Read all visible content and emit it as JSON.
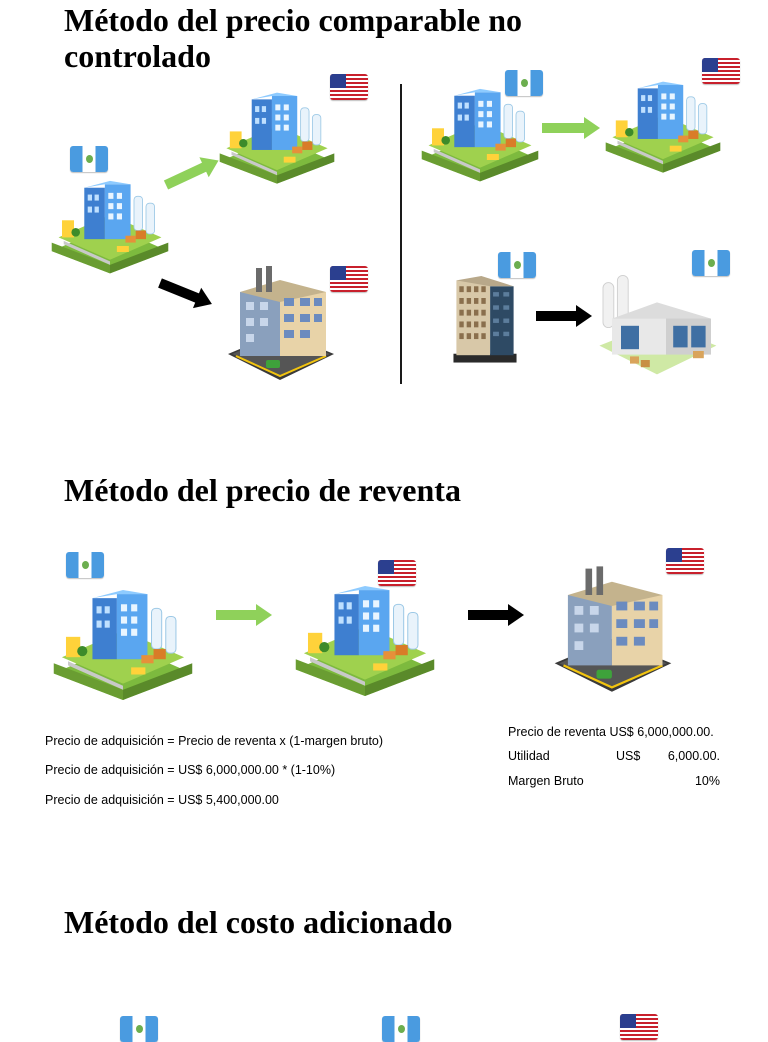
{
  "sections": {
    "comparable": {
      "title": "Método del precio comparable no controlado"
    },
    "resale": {
      "title": "Método del precio de reventa",
      "formulas": [
        "Precio de adquisición = Precio de reventa x (1-margen bruto)",
        "Precio de adquisición = US$ 6,000,000.00 * (1-10%)",
        "Precio de adquisición = US$ 5,400,000.00"
      ],
      "summary": {
        "row1": {
          "label": "Precio de reventa US$ 6,000,000.00."
        },
        "row2": {
          "label": "Utilidad",
          "currency": "US$",
          "amount": "6,000.00."
        },
        "row3": {
          "label": "Margen Bruto",
          "amount": "10%"
        }
      }
    },
    "cost_plus": {
      "title": "Método del costo adicionado"
    }
  },
  "icons": {
    "gt_flag": "guatemala-flag-icon",
    "us_flag": "usa-flag-icon",
    "factory": "blue-factory-illustration",
    "warehouse": "warehouse-building-illustration",
    "tower": "office-tower-illustration",
    "plant": "industrial-plant-illustration"
  },
  "colors": {
    "green_arrow": "#8fd15a",
    "black_arrow": "#000000"
  }
}
